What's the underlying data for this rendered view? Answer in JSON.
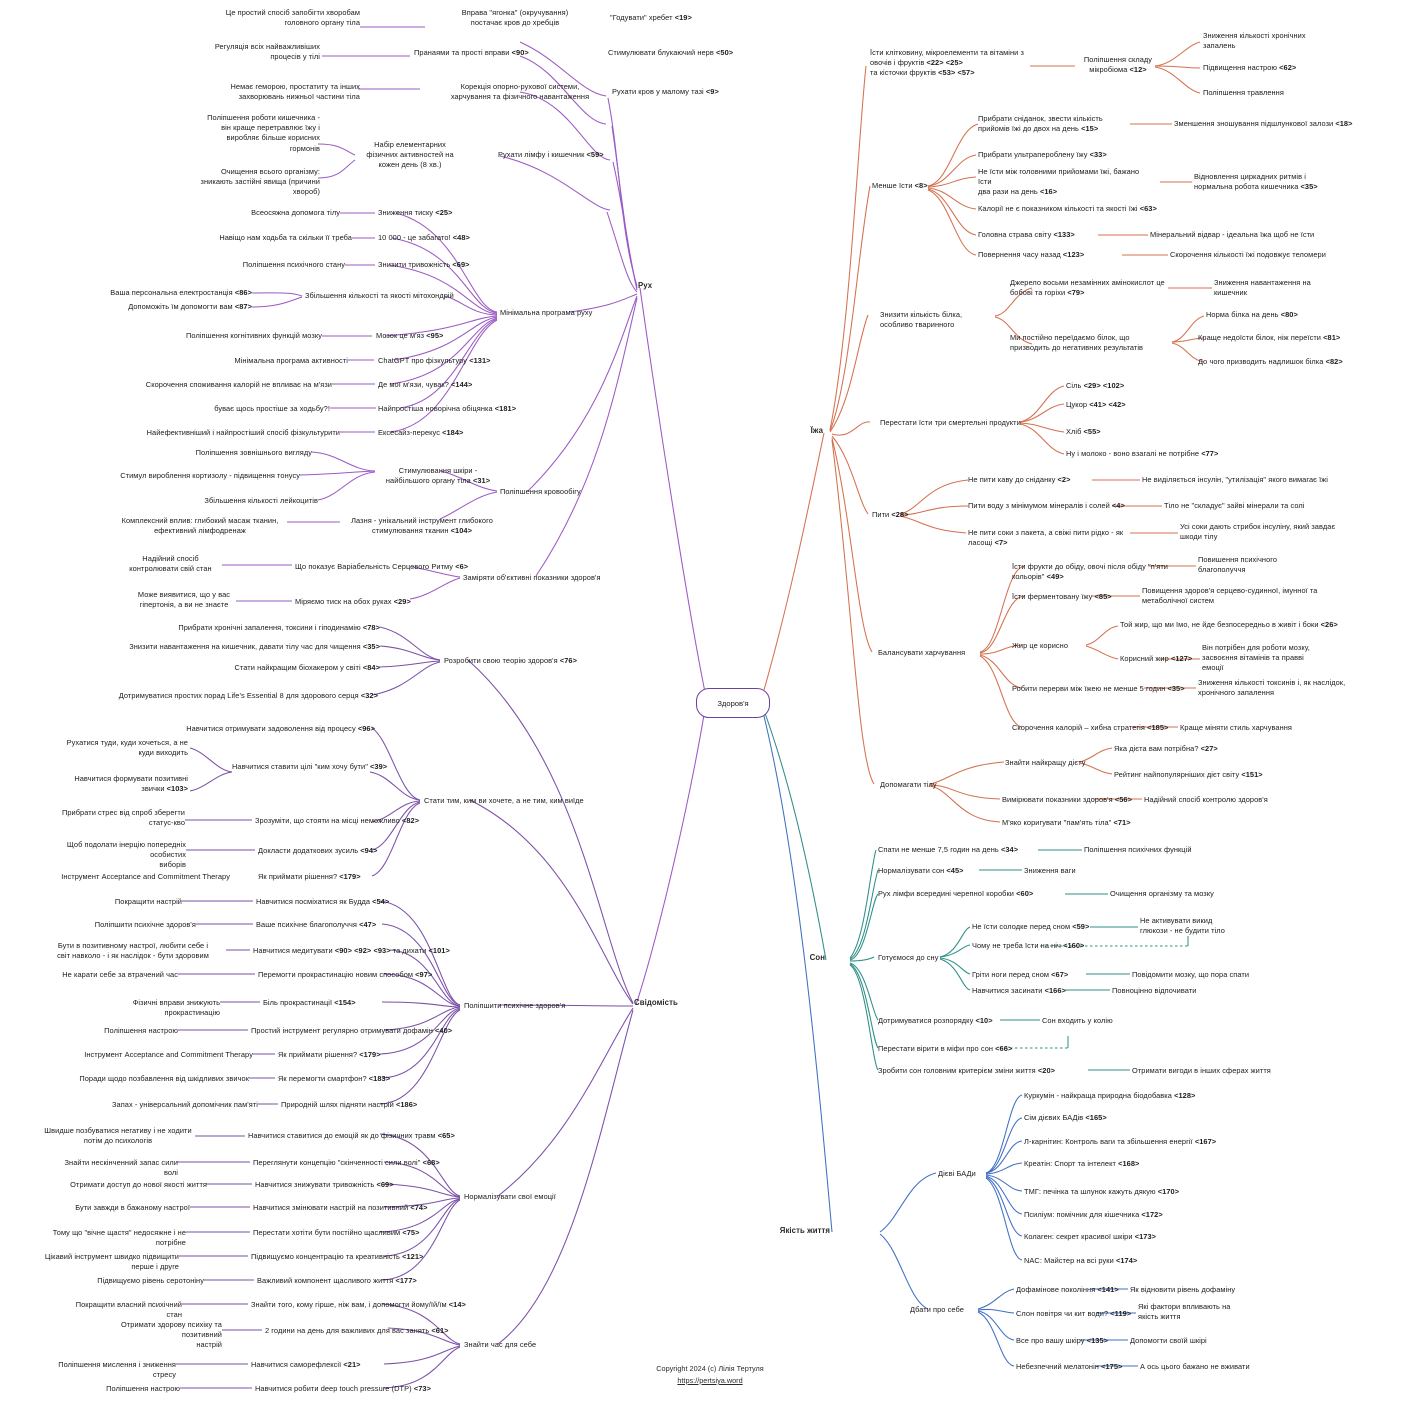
{
  "meta": {
    "root": "Здоров'я",
    "copyright_line1": "Copyright 2024 (c) Лілія Тертуля",
    "copyright_url": "https://pertsiya.word"
  },
  "colors": {
    "movement": "#9b59c4",
    "consciousness": "#7b4fa8",
    "food": "#d4714f",
    "sleep": "#2d8f87",
    "quality": "#3f6fc4",
    "root_border": "#6c3fa0"
  },
  "branches": [
    {
      "id": "ruh",
      "label": "Рух",
      "color": "#9b59c4",
      "side": "left"
    },
    {
      "id": "svidomist",
      "label": "Свідомість",
      "color": "#7b4fa8",
      "side": "left"
    },
    {
      "id": "izha",
      "label": "Їжа",
      "color": "#d4714f",
      "side": "right"
    },
    {
      "id": "son",
      "label": "Сон",
      "color": "#2d8f87",
      "side": "right"
    },
    {
      "id": "yakist",
      "label": "Якість життя",
      "color": "#3f6fc4",
      "side": "right"
    }
  ],
  "nodes": {
    "ruh_group1_l3_1": "Це простий спосіб запобігти хворобам\nголовного органу тіла",
    "ruh_group1_l2_1": "Вправа \"ягонка\" (окручування)\nпостачає кров до хребців",
    "ruh_group1_l1_1": "\"Годувати\" хребет <19>",
    "ruh_group1_l3_2": "Регуляція всіх найважливіших\nпроцесів у тілі",
    "ruh_group1_l2_2": "Пранаями та прості вправи <90>",
    "ruh_group1_l1_2": "Стимулювати блукаючий нерв <50>",
    "ruh_group1_l3_3": "Немає геморою, простатиту та інших\nзахворювань нижньої частини тіла",
    "ruh_group1_l2_3": "Корекція опорно-рухової системи,\nхарчування та фізичного навантаження",
    "ruh_group1_l1_3": "Рухати кров у малому тазі <9>",
    "ruh_group1_l3_4": "Поліпшення роботи кишечника -\nвін краще перетравлює їжу і\nвиробляє більше корисних\nгормонів",
    "ruh_group1_l3_5": "Очищення всього організму:\nзникають застійні явища (причини\nхвороб)",
    "ruh_group1_l2_4": "Набір елементарних\nфізичних активностей на\nкожен день (8 хв.)",
    "ruh_group1_l1_4": "Рухати лімфу і кишечник <59>",
    "min_title": "Мінімальна програма руху",
    "min_l3_1": "Всеосяжна допомога тілу",
    "min_l2_1": "Зниження тиску <25>",
    "min_l3_2": "Навіщо нам ходьба та скільки її треба",
    "min_l2_2": "10 000 - це забагато! <48>",
    "min_l3_3": "Поліпшення психічного стану",
    "min_l2_3": "Знизити тривожність <69>",
    "min_l3_4a": "Ваша персональна електростанція <86>",
    "min_l3_4b": "Допоможіть їм допомогти вам <87>",
    "min_l2_4": "Збільшення кількості та якості мітохондрій",
    "min_l3_5": "Поліпшення когнітивних функцій мозку",
    "min_l2_5": "Мозок це м'яз <95>",
    "min_l3_6": "Мінімальна програма активності",
    "min_l2_6": "ChatGPT про фізкультуру <131>",
    "min_l3_7": "Скорочення споживання калорій не впливає на м'язи",
    "min_l2_7": "Де мої м'язи, чувак? <144>",
    "min_l3_8": "буває щось простіше за ходьбу?!",
    "min_l2_8": "Найпростіша новорічна обіцянка <181>",
    "min_l3_9": "Найефективніший і найпростіший спосіб фізкультурити",
    "min_l2_9": "Ексесайз-перекус <184>",
    "krov_title": "Поліпшення кровообігу",
    "krov_l3_1": "Поліпшення зовнішнього вигляду",
    "krov_l3_2": "Стимул вироблення кортизолу - підвищення тонусу",
    "krov_l3_3": "Збільшення кількості лейкоцитів",
    "krov_l2_1": "Стимулювання шкіри -\nнайбільшого органу тіла <31>",
    "krov_l3_4": "Комплексний вплив: глибокий масаж тканин,\nефективний лімфодренаж",
    "krov_l2_2": "Лазня - унікальний інструмент глибокого\nстимулювання тканин <104>",
    "vymir_title": "Заміряти об'єктивні показники здоров'я",
    "vymir_l3_1": "Надійний спосіб\nконтролювати свій стан",
    "vymir_l2_1": "Що показує Варіабельність Серцевого Ритму <6>",
    "vymir_l3_2": "Може виявитися, що у вас\nгіпертонія, а ви не знаєте",
    "vymir_l2_2": "Міряємо тиск на обох руках <29>",
    "teoriya_title": "Розробити свою теорію здоров'я <76>",
    "teoriya_l2_1": "Прибрати хронічні запалення, токсини і гіподинамію <78>",
    "teoriya_l2_2": "Знизити навантаження на кишечник, давати тілу час для чищення <35>",
    "teoriya_l2_3": "Стати найкращим біохакером у світі <84>",
    "teoriya_l2_4": "Дотримуватися простих порад Life's Essential 8 для здорового серця <32>",
    "staty_title": "Стати тим, ким ви хочете, а не тим, ким виїде",
    "staty_l2_1": "Навчитися отримувати задоволення від процесу <96>",
    "staty_l3_1": "Рухатися туди, куди хочеться, а не\nкуди виходить",
    "staty_l3_2": "Навчитися формувати позитивні\nзвички <103>",
    "staty_l2_2": "Навчитися ставити цілі \"ким хочу бути\" <39>",
    "staty_l3_3": "Прибрати стрес від спроб зберегти\nстатус-кво",
    "staty_l2_3": "Зрозуміти, що стояти на місці неможливо <82>",
    "staty_l3_4": "Щоб подолати інерцію попередніх особистих\nвиборів",
    "staty_l2_4": "Докласти додаткових зусиль <94>",
    "staty_l3_5": "Інструмент Acceptance and Commitment Therapy",
    "staty_l2_5": "Як приймати рішення? <179>",
    "psyh_title": "Поліпшити психічне здоров'я",
    "psyh_l3_1": "Покращити настрій",
    "psyh_l2_1": "Навчитися посміхатися як Будда <54>",
    "psyh_l3_2": "Поліпшити психічне здоров'я",
    "psyh_l2_2": "Ваше психічне благополуччя <47>",
    "psyh_l3_3": "Бути в позитивному настрої, любити себе і\nсвіт навколо - і як наслідок - бути здоровим",
    "psyh_l2_3": "Навчитися медитувати <90> <92> <93> та дихати <101>",
    "psyh_l3_4": "Не карати себе за втрачений час",
    "psyh_l2_4": "Перемогти прокрастинацію новим способом <97>",
    "psyh_l3_5": "Фізичні вправи знижують прокрастинацію",
    "psyh_l2_5": "Біль прокрастинації <154>",
    "psyh_l3_6": "Поліпшення настрою",
    "psyh_l2_6": "Простий інструмент регулярно отримувати дофамін <40>",
    "psyh_l3_7": "Інструмент Acceptance and Commitment Therapy",
    "psyh_l2_7": "Як приймати рішення? <179>",
    "psyh_l3_8": "Поради щодо позбавлення від шкідливих звичок",
    "psyh_l2_8": "Як перемогти смартфон? <183>",
    "psyh_l3_9": "Запах - універсальний допомічник пам'яті",
    "psyh_l2_9": "Природній шлях підняти настрій <186>",
    "emo_title": "Нормалізувати свої емоції",
    "emo_l3_1": "Швидше позбуватися негативу і не ходити\nпотім до психологів",
    "emo_l2_1": "Навчитися ставитися до емоцій як до фізичних травм <65>",
    "emo_l3_2": "Знайти нескінченний запас сили волі",
    "emo_l2_2": "Переглянути концепцію \"скінченності сили волі\" <68>",
    "emo_l3_3": "Отримати доступ до нової якості життя",
    "emo_l2_3": "Навчитися знижувати тривожність <69>",
    "emo_l3_4": "Бути завжди в бажаному настрої",
    "emo_l2_4": "Навчитися змінювати настрій на позитивний <74>",
    "emo_l3_5": "Тому що \"вічне щастя\" недосяжне і не потрібне",
    "emo_l2_5": "Перестати хотіти бути постійно щасливим <75>",
    "emo_l3_6": "Цікавий інструмент швидко підвищити перше і друге",
    "emo_l2_6": "Підвищуємо концентрацію та креативність <121>",
    "emo_l3_7": "Підвищуємо рівень серотоніну",
    "emo_l2_7": "Важливий компонент щасливого життя <177>",
    "chas_title": "Знайти час для себе",
    "chas_l3_1": "Покращити власний психічний стан",
    "chas_l2_1": "Знайти того, кому гірше, ніж вам, і допомогти йому/їй/їм <14>",
    "chas_l3_2": "Отримати здорову психіку та позитивний\nнастрій",
    "chas_l2_2": "2 години на день для важливих для вас занять <61>",
    "chas_l3_3": "Поліпшення мислення і зниження стресу",
    "chas_l2_3": "Навчитися саморефлексії <21>",
    "chas_l3_4": "Поліпшення настрою",
    "chas_l2_4": "Навчитися робити deep touch pressure (DTP) <73>",
    "izha_l1_1": "Їсти клітковину, мікроелементи та вітаміни з\nовочів і фруктів <22> <25>\nта кісточки фруктів <53> <57>",
    "izha_l2_1": "Поліпшення складу\nмікробіома <12>",
    "izha_l3_1a": "Зниження кількості хронічних\nзапалень",
    "izha_l3_1b": "Підвищення настрою <62>",
    "izha_l3_1c": "Поліпшення травлення",
    "menshe_title": "Менше їсти <8>",
    "menshe_l2_1": "Прибрати сніданок, звести кількість\nприйомів їжі до двох на день <15>",
    "menshe_l3_1": "Зменшення зношування підшлункової залози <18>",
    "menshe_l2_2": "Прибрати ультрапероблену їжу <33>",
    "menshe_l2_3": "Не їсти між головними прийомами їжі, бажано їсти\nдва рази на день <16>",
    "menshe_l3_3": "Відновлення циркадних ритмів і\nнормальна робота кишечника <35>",
    "menshe_l2_4": "Калорії не є показником кількості та якості їжі <63>",
    "menshe_l2_5": "Головна страва світу <133>",
    "menshe_l3_5": "Мінеральний відвар - ідеальна їжа щоб не їсти",
    "menshe_l2_6": "Повернення часу назад <123>",
    "menshe_l3_6": "Скорочення кількості їжі подовжує теломери",
    "bilok_title": "Знизити кількість білка,\nособливо тваринного",
    "bilok_l2_1": "Джерело восьми незамінних амінокислот це\nбобові та горіхи <79>",
    "bilok_l3_1": "Зниження навантаження на\nкишечник",
    "bilok_l2_2": "Ми постійно переїдаємо білок, що\nпризводить до негативних результатів",
    "bilok_l3_2a": "Норма білка на день <80>",
    "bilok_l3_2b": "Краще недоїсти білок, ніж переїсти <81>",
    "bilok_l3_2c": "До чого призводить надлишок білка <82>",
    "smert_title": "Перестати їсти три смертельні продукти",
    "smert_l2_1": "Сіль <29> <102>",
    "smert_l2_2": "Цукор <41> <42>",
    "smert_l2_3": "Хліб <55>",
    "smert_l2_4": "Ну і молоко - воно взагалі не потрібне <77>",
    "pyty_title": "Пити <28>",
    "pyty_l2_1": "Не пити каву до сніданку <2>",
    "pyty_l3_1": "Не виділяється інсулін, \"утилізація\" якого вимагає їжі",
    "pyty_l2_2": "Пити воду з мінімумом мінералів і солей <4>",
    "pyty_l3_2": "Тіло не \"складує\" зайві мінерали та солі",
    "pyty_l2_3": "Не пити соки з пакета, а свіжі пити рідко - як ласощі <7>",
    "pyty_l3_3": "Усі соки дають стрибок інсуліну, який завдає\nшкоди тілу",
    "balans_title": "Балансувати харчування",
    "balans_l2_1": "Їсти фрукти до обіду, овочі після обіду \"п'яти кольорів\" <49>",
    "balans_l3_1": "Повишення психічного\nблагополуччя",
    "balans_l2_2": "Їсти ферментовану їжу <85>",
    "balans_l3_2": "Повищення здоров'я серцево-судинної, імунної та\nметаболічної систем",
    "balans_l2_3": "Жир це корисно",
    "balans_l3_3a": "Той жир, що ми їмо, не йде безпосередньо в живіт і боки <26>",
    "balans_l3_3b": "Корисний жир <127>",
    "balans_l4_3b": "Він потрібен для роботи мозку,\nзасвоєння вітамінів та правві\nемоції",
    "balans_l2_4": "Робити перерви між їжею не менше 5 годин <35>",
    "balans_l3_4": "Зниження кількості токсинів і, як наслідок,\nхронічного запалення",
    "balans_l2_5": "Скорочення калорій – хибна стратегія <185>",
    "balans_l3_5": "Краще міняти стиль харчування",
    "dopo_title": "Допомагати тілу",
    "dopo_l2_1": "Знайти найкращу дієту",
    "dopo_l3_1a": "Яка дієта вам потрібна? <27>",
    "dopo_l3_1b": "Рейтинг найпопулярніших дієт світу <151>",
    "dopo_l2_2": "Вимірювати показники здоров'я <56>",
    "dopo_l3_2": "Надійний спосіб контролю здоров'я",
    "dopo_l2_3": "М'яко коригувати \"пам'ять тіла\" <71>",
    "son_l2_1": "Спати не менше 7,5 годин на день <34>",
    "son_l3_1": "Поліпшення психічних функцій",
    "son_l2_2": "Нормалізувати сон <45>",
    "son_l3_2": "Зниження ваги",
    "son_l2_3": "Рух лімфи всередині черепної коробки <60>",
    "son_l3_3": "Очищення організму та мозку",
    "son_gotu_title": "Готуємося до сну",
    "son_gotu_1": "Не їсти солодке перед сном <59>",
    "son_gotu_1r": "Не активувати викид\nглюкози - не будити тіло",
    "son_gotu_2": "Чому не треба їсти на ніч <160>",
    "son_gotu_3": "Гріти ноги перед сном <67>",
    "son_gotu_3r": "Повідомити мозку, що пора спати",
    "son_gotu_4": "Навчитися засинати <166>",
    "son_gotu_4r": "Повноцінно відпочивати",
    "son_l2_5": "Дотримуватися розпорядку <10>",
    "son_l3_5": "Сон входить у колію",
    "son_l2_6": "Перестати вірити в міфи про сон <66>",
    "son_l2_7": "Зробити сон головним критерієм зміни життя <20>",
    "son_l3_7": "Отримати вигоди в інших сферах життя",
    "bad_title": "Дієві БАДи",
    "bad_1": "Куркумін - найкраща природна біодобавка <128>",
    "bad_2": "Сім дієвих БАДів <165>",
    "bad_3": "Л-карнітин: Контроль ваги та збільшення енергії <167>",
    "bad_4": "Креатін: Спорт та інтелект <168>",
    "bad_5": "ТМГ: печінка та шлунок кажуть дякую <170>",
    "bad_6": "Псиліум: помічник для кішечника <172>",
    "bad_7": "Колаген: секрет красивої шкіри <173>",
    "bad_8": "NAC: Майстер на всі руки <174>",
    "dbaty_title": "Дбати про себе",
    "dbaty_1": "Дофамінове покоління <141>",
    "dbaty_1r": "Як відновити рівень дофаміну",
    "dbaty_2": "Слон повітря чи кит води? <119>",
    "dbaty_2r": "Які фактори впливають на\nякість життя",
    "dbaty_3": "Все про вашу шкіру <135>",
    "dbaty_3r": "Допомогти своїй шкірі",
    "dbaty_4": "Небезпечний мелатонін <175>",
    "dbaty_4r": "А ось цього бажано не вживати"
  }
}
